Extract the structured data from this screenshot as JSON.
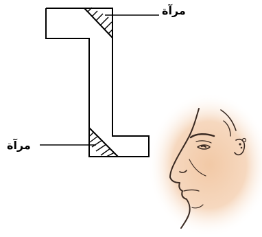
{
  "labels": {
    "top_mirror": "مرآة",
    "bottom_mirror": "مرآة"
  },
  "colors": {
    "line": "#000000",
    "skin_center": "#f2c9a6",
    "skin_edge": "#ffffff",
    "background": "#ffffff"
  },
  "icons": [
    "periscope-tube",
    "mirror-hatch",
    "face-profile"
  ]
}
